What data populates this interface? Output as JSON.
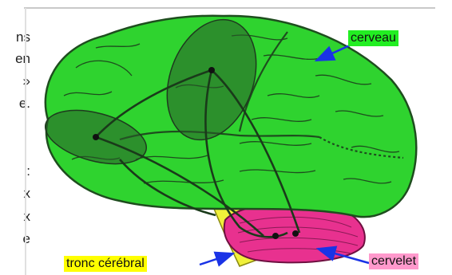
{
  "left_text_fragments": [
    "ns",
    "en",
    "»",
    "e.",
    ":",
    "x",
    "x",
    "e"
  ],
  "labels": {
    "cerveau": "cerveau",
    "cervelet": "cervelet",
    "tronc": "tronc cérébral"
  },
  "colors": {
    "brain": "#2fd32f",
    "brain_outline": "#1e4d1e",
    "lobe_overlay": "#2a5a2a",
    "cerebellum": "#e8318f",
    "brainstem": "#f0f03a",
    "arrow": "#1a33e6",
    "cerveau_bg": "#22ee22",
    "cervelet_bg": "#ff99cc",
    "tronc_bg": "#ffff00"
  }
}
